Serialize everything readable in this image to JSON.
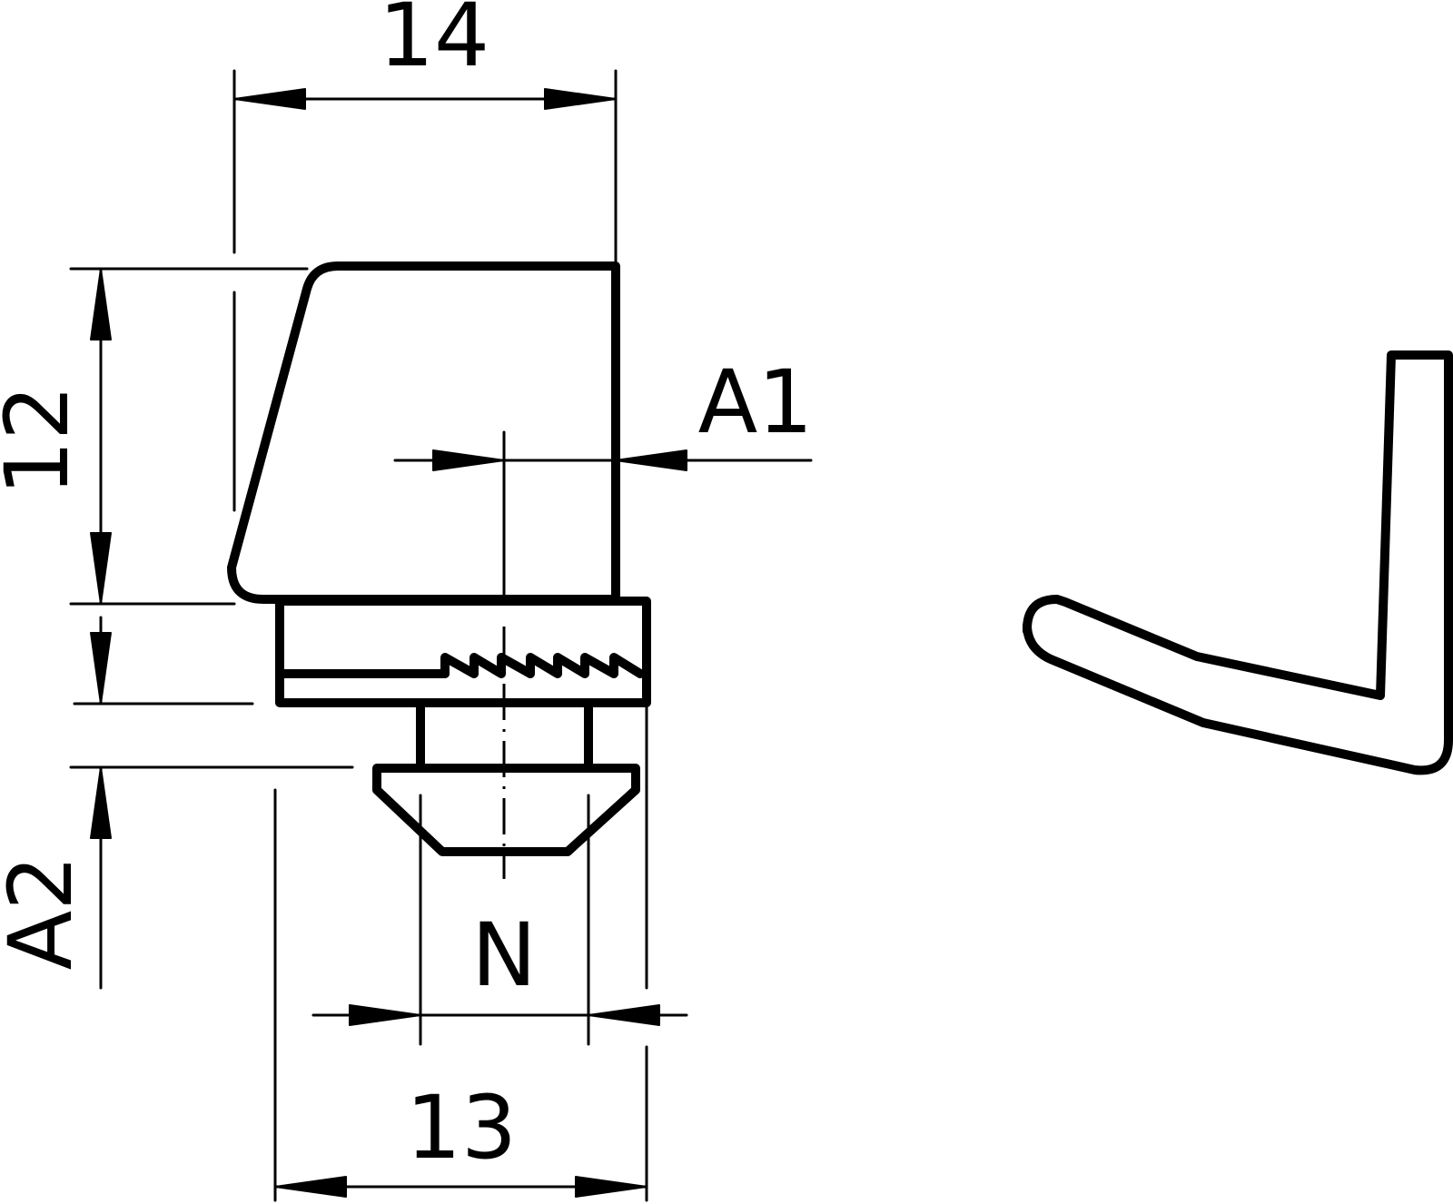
{
  "dimensions": {
    "top_width": "14",
    "bottom_width": "13",
    "height": "12",
    "a1": "A1",
    "a2": "A2",
    "n": "N"
  },
  "colors": {
    "line": "#000000",
    "background": "#ffffff"
  }
}
